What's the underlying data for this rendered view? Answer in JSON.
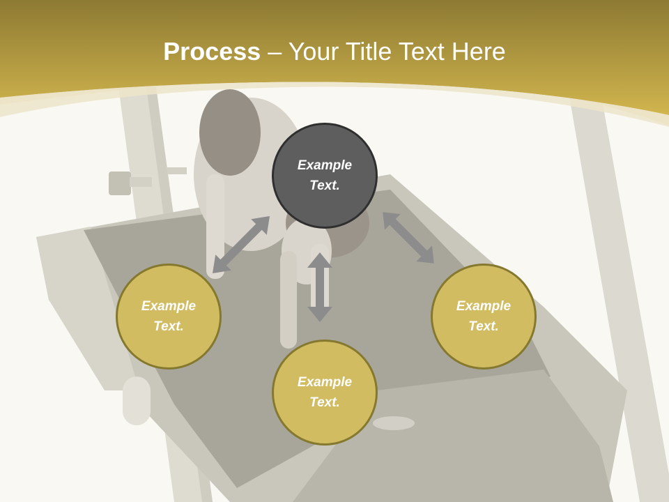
{
  "slide": {
    "title_bold": "Process",
    "title_rest": " – Your Title Text Here",
    "nodes": {
      "center": "Example Text.",
      "left": "Example Text.",
      "bottom": "Example Text.",
      "right": "Example Text."
    }
  },
  "colors": {
    "header_gold": "#c9ad4c",
    "node_gold": "#d1bc62",
    "node_border": "#85782f",
    "center_gray": "#5e5e5e",
    "arrow_gray": "#8c8c8c"
  },
  "icons": {
    "arrows": [
      "double-arrow-diagonal-left",
      "double-arrow-vertical",
      "double-arrow-diagonal-right"
    ]
  }
}
